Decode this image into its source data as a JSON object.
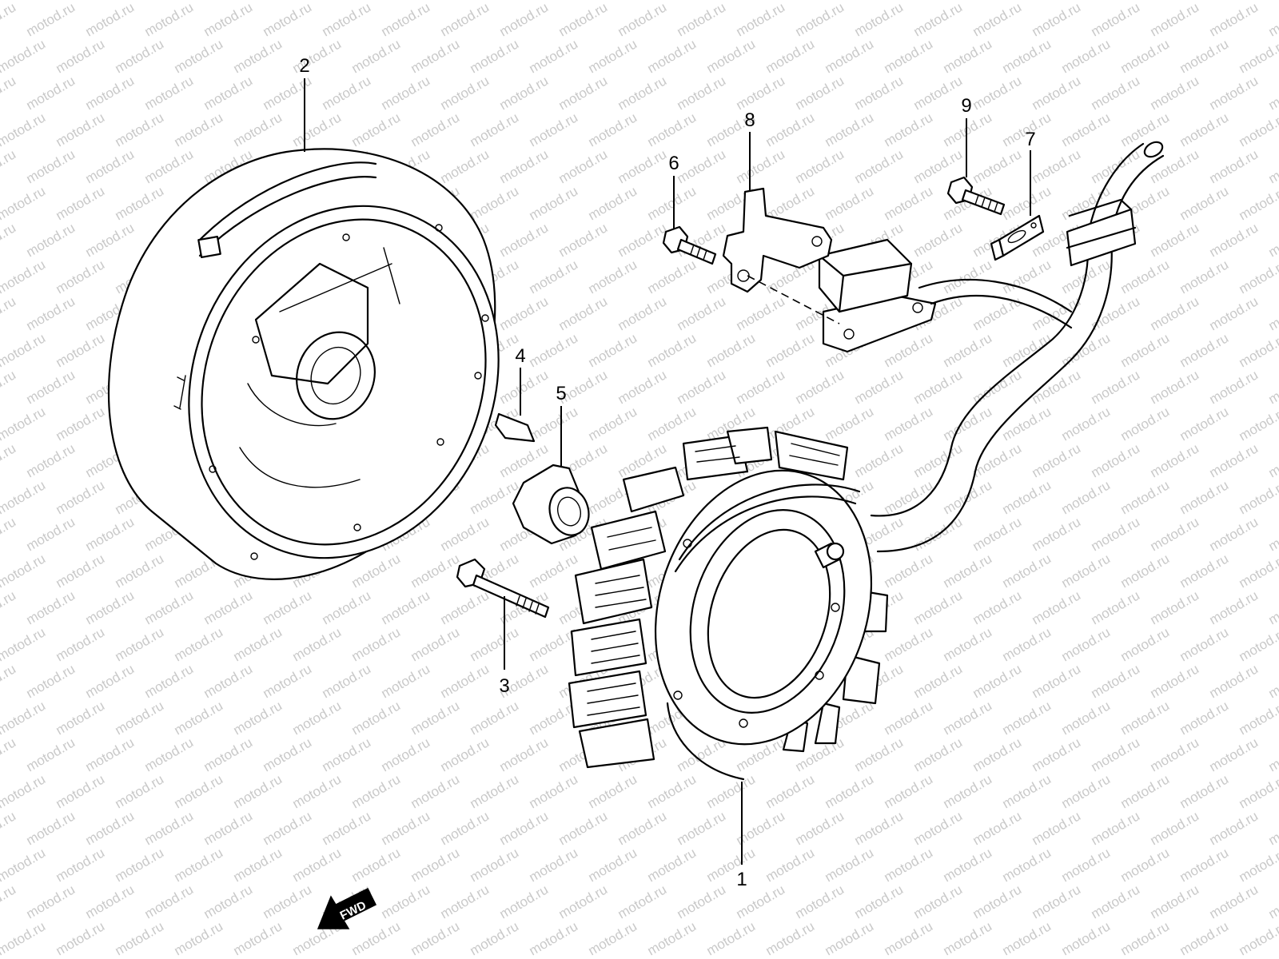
{
  "watermark": "motod.ru",
  "callouts": {
    "c1": "1",
    "c2": "2",
    "c3": "3",
    "c4": "4",
    "c5": "5",
    "c6": "6",
    "c7": "7",
    "c8": "8",
    "c9": "9"
  },
  "direction_arrow": {
    "label": "FWD",
    "icon": "forward-arrow-icon"
  }
}
